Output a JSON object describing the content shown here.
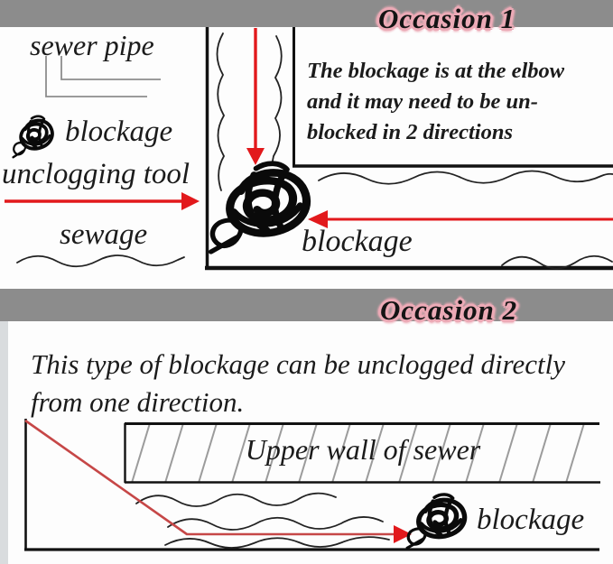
{
  "colors": {
    "header_bar_gray": "#8c8c8c",
    "title_halo_pink": "#ecaab6",
    "arrow_red": "#e2191c",
    "tool_line_red": "#c64747",
    "ink_black": "#1b1b1b",
    "hatch_gray": "#9b9b9b",
    "callout_gray": "#8d8d8d"
  },
  "icons": {
    "blockage_icon": "scribble-ball"
  },
  "occasion1": {
    "title": "Occasion 1",
    "note_lines": [
      "The blockage is at the elbow",
      "and it may need to be un-",
      "blocked in 2 directions"
    ],
    "labels": {
      "sewer_pipe": "sewer pipe",
      "blockage_legend": "blockage",
      "unclogging_tool": "unclogging tool",
      "sewage": "sewage",
      "blockage_at_elbow": "blockage"
    }
  },
  "occasion2": {
    "title": "Occasion 2",
    "description_lines": [
      "This type of blockage can be unclogged directly",
      "from one direction."
    ],
    "labels": {
      "upper_wall": "Upper wall of sewer",
      "blockage": "blockage"
    }
  }
}
